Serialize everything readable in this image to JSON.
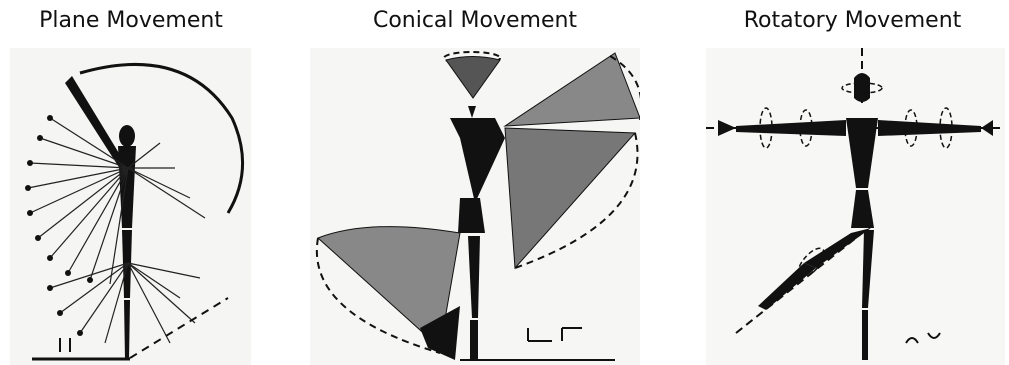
{
  "panels": [
    {
      "title": "Plane Movement"
    },
    {
      "title": "Conical Movement"
    },
    {
      "title": "Rotatory Movement"
    }
  ]
}
